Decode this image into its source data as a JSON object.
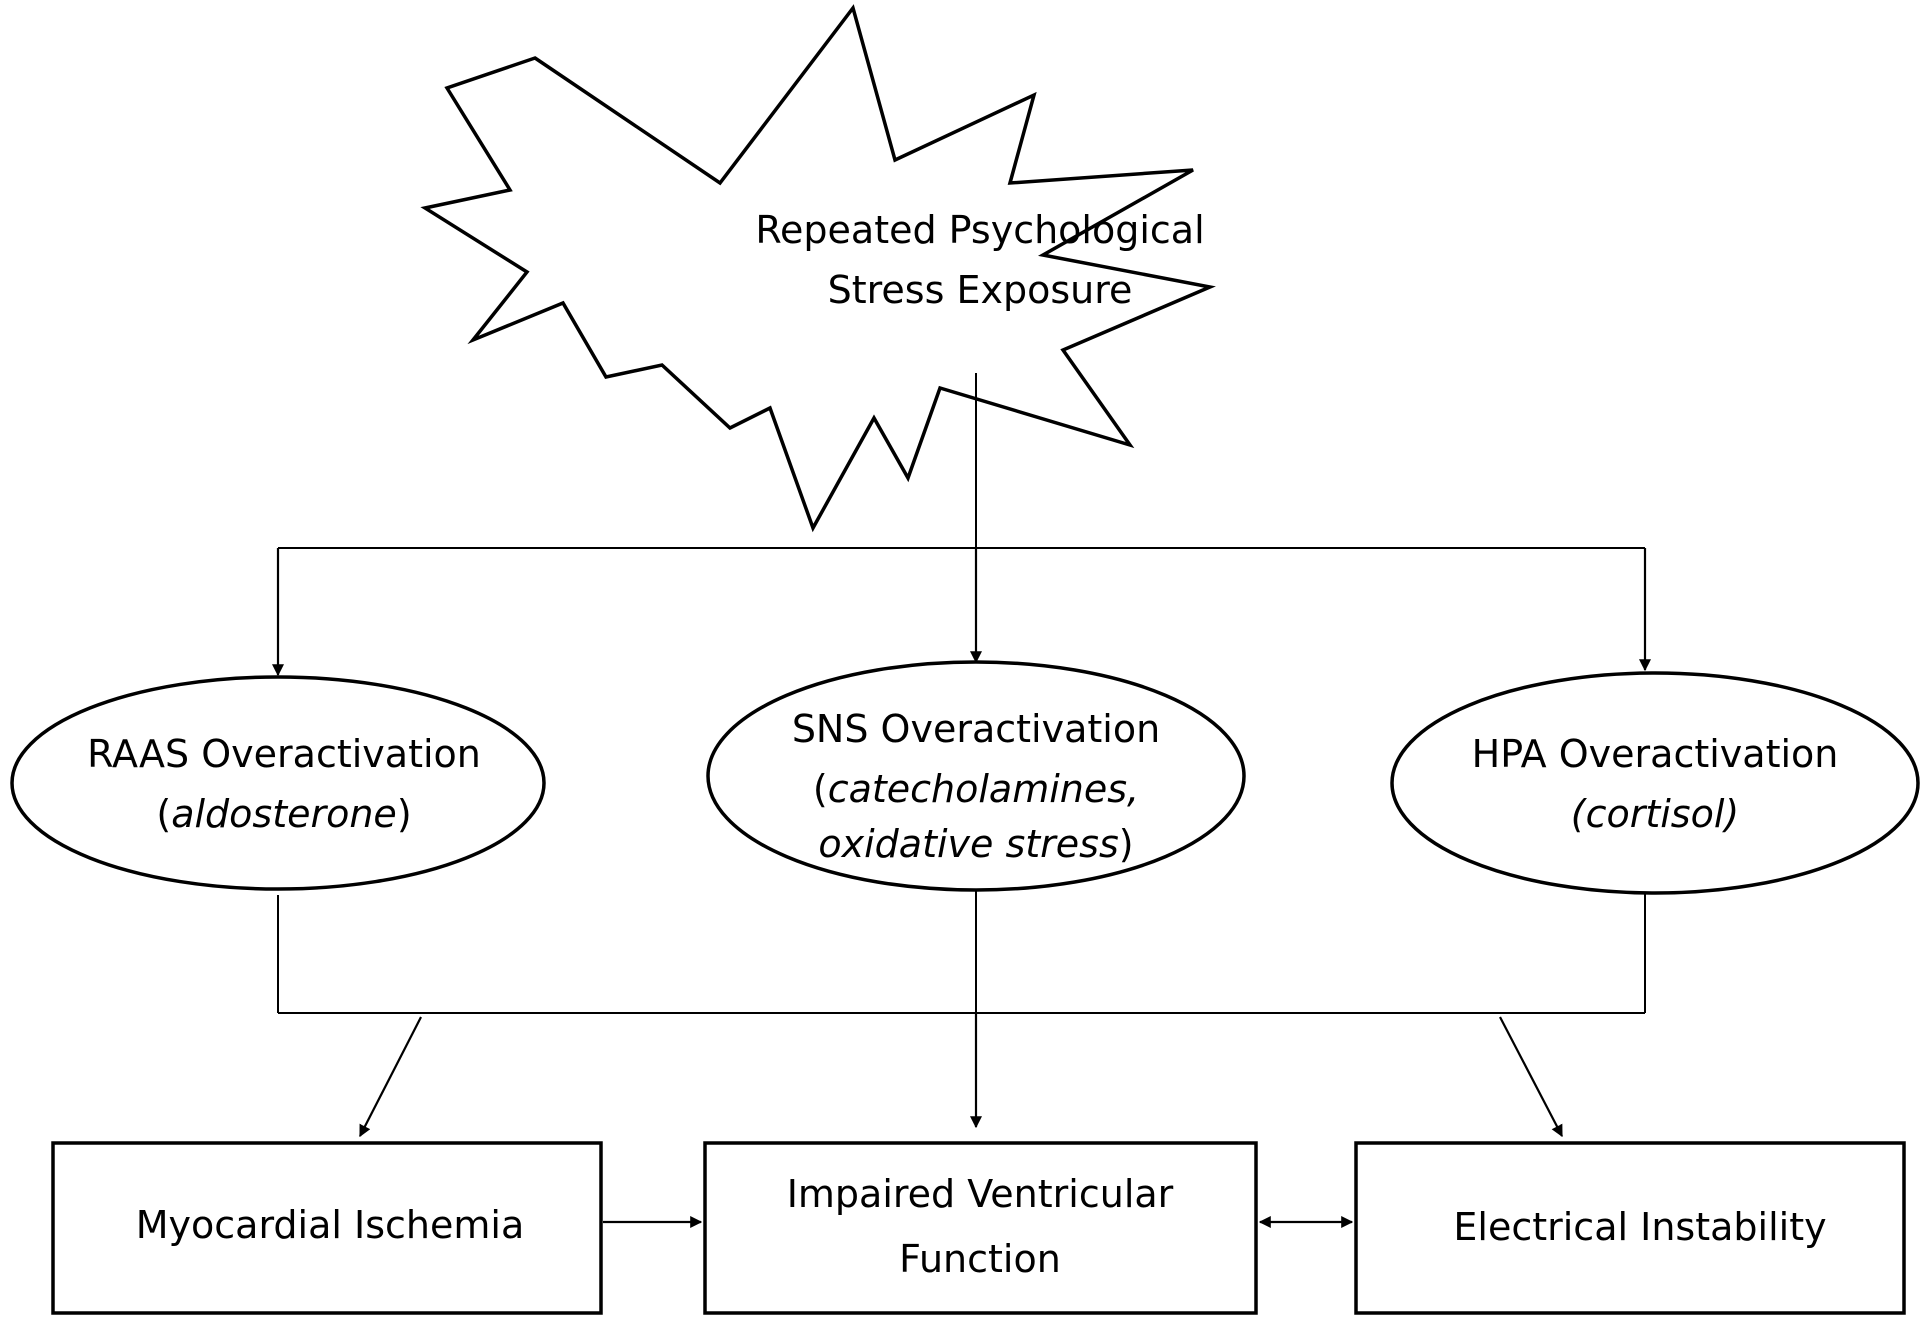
{
  "stress": {
    "line1": "Repeated Psychological",
    "line2": "Stress Exposure"
  },
  "systems": {
    "raas": {
      "title": "RAAS Overactivation",
      "open": "(",
      "detail": "aldosterone",
      "close": ")"
    },
    "sns": {
      "title": "SNS Overactivation",
      "open": "(",
      "detail1": "catecholamines,",
      "detail2": "oxidative stress",
      "close": ")"
    },
    "hpa": {
      "title": "HPA Overactivation",
      "detail": "(cortisol)"
    }
  },
  "outcomes": {
    "ischemia": "Myocardial Ischemia",
    "ventricular_line1": "Impaired Ventricular",
    "ventricular_line2": "Function",
    "electrical": "Electrical Instability"
  }
}
